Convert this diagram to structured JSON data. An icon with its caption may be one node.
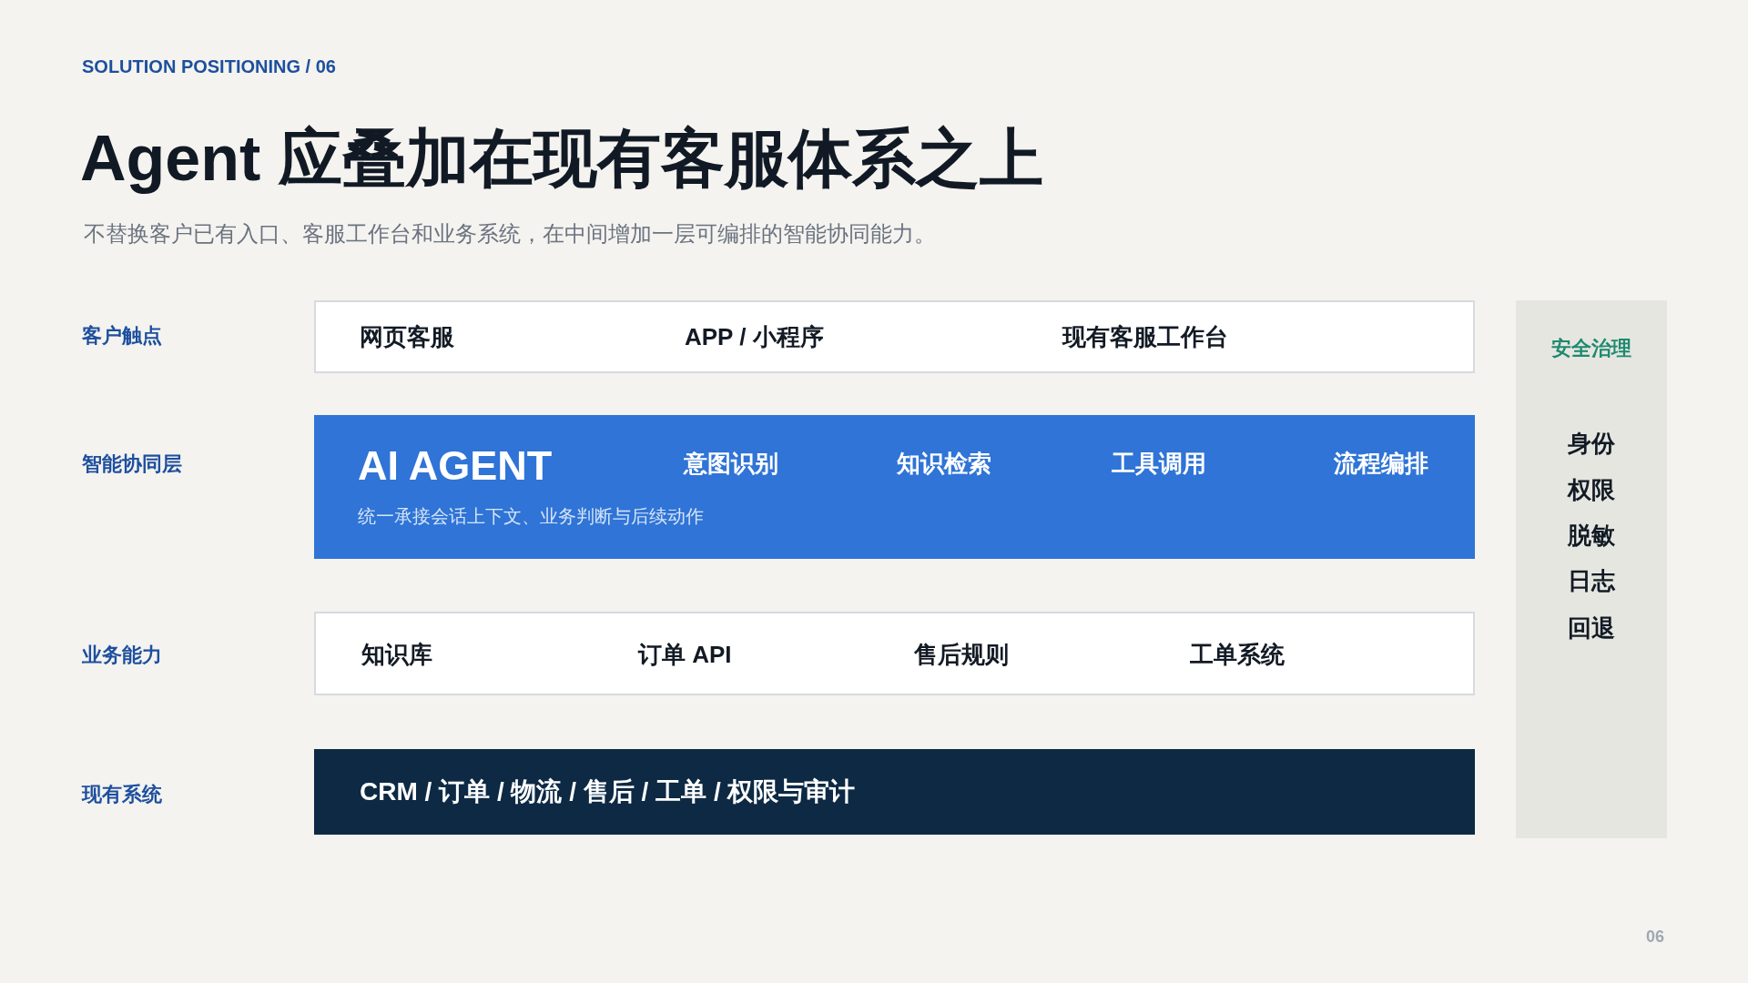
{
  "diagram": {
    "title": "Agent 应叠加在现有客服体系之上",
    "nodes": [
      {
        "text": [
          "网页客服",
          "APP / 小程序",
          "现有客服工作台"
        ]
      },
      {
        "text": [
          "AI AGENT",
          "意图识别",
          "知识检索",
          "工具调用",
          "流程编排",
          "统一承接会话上下文、业务判断与后续动作"
        ]
      },
      {
        "text": [
          "知识库",
          "订单 API",
          "售后规则",
          "工单系统"
        ]
      },
      {
        "text": [
          "CRM / 订单 / 物流 / 售后 / 工单 / 权限与审计"
        ]
      },
      {
        "text": [
          "安全治理",
          "身份",
          "权限",
          "脱敏",
          "日志",
          "回退"
        ]
      }
    ],
    "labels": [
      "SOLUTION POSITIONING / 06",
      "不替换客户已有入口、客服工作台和业务系统，在中间增加一层可编排的智能协同能力。",
      "客户触点",
      "智能协同层",
      "业务能力",
      "现有系统",
      "06"
    ]
  }
}
